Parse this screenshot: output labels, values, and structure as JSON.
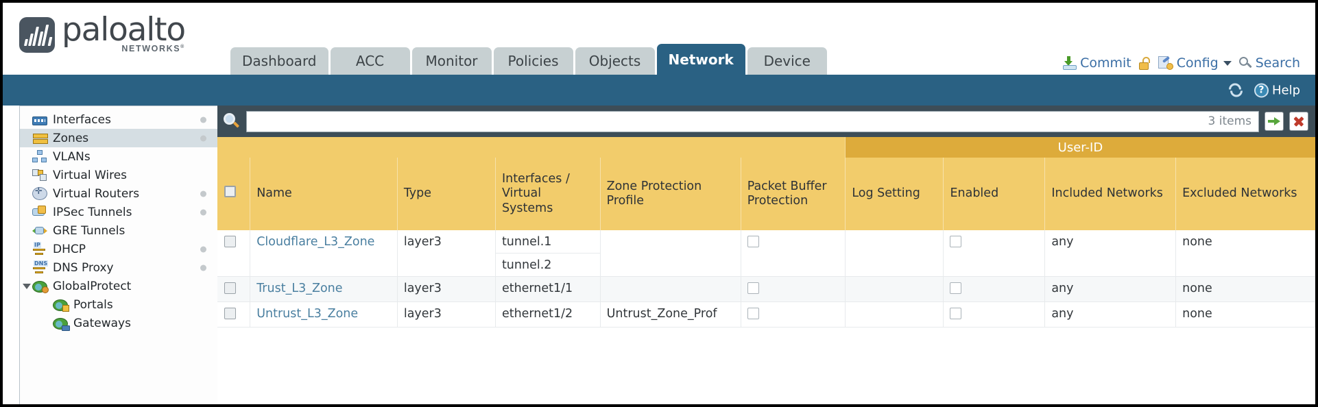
{
  "brand": {
    "name": "paloalto",
    "tagline": "NETWORKS",
    "reg": "®"
  },
  "header": {
    "tabs": [
      {
        "label": "Dashboard",
        "active": false
      },
      {
        "label": "ACC",
        "active": false
      },
      {
        "label": "Monitor",
        "active": false
      },
      {
        "label": "Policies",
        "active": false
      },
      {
        "label": "Objects",
        "active": false
      },
      {
        "label": "Network",
        "active": true
      },
      {
        "label": "Device",
        "active": false
      }
    ],
    "actions": {
      "commit": "Commit",
      "config": "Config",
      "search": "Search"
    }
  },
  "toolbar": {
    "help": "Help",
    "help_glyph": "?"
  },
  "sidebar": {
    "items": [
      {
        "label": "Interfaces",
        "icon": "interfaces-icon",
        "selected": false,
        "dot": true,
        "child": false,
        "expander": false
      },
      {
        "label": "Zones",
        "icon": "zones-icon",
        "selected": true,
        "dot": true,
        "child": false,
        "expander": false
      },
      {
        "label": "VLANs",
        "icon": "vlans-icon",
        "selected": false,
        "dot": false,
        "child": false,
        "expander": false
      },
      {
        "label": "Virtual Wires",
        "icon": "virtual-wires-icon",
        "selected": false,
        "dot": false,
        "child": false,
        "expander": false
      },
      {
        "label": "Virtual Routers",
        "icon": "virtual-routers-icon",
        "selected": false,
        "dot": true,
        "child": false,
        "expander": false
      },
      {
        "label": "IPSec Tunnels",
        "icon": "ipsec-tunnels-icon",
        "selected": false,
        "dot": true,
        "child": false,
        "expander": false
      },
      {
        "label": "GRE Tunnels",
        "icon": "gre-tunnels-icon",
        "selected": false,
        "dot": false,
        "child": false,
        "expander": false
      },
      {
        "label": "DHCP",
        "icon": "dhcp-icon",
        "selected": false,
        "dot": true,
        "child": false,
        "expander": false
      },
      {
        "label": "DNS Proxy",
        "icon": "dns-proxy-icon",
        "selected": false,
        "dot": true,
        "child": false,
        "expander": false
      },
      {
        "label": "GlobalProtect",
        "icon": "globalprotect-icon",
        "selected": false,
        "dot": false,
        "child": false,
        "expander": true
      },
      {
        "label": "Portals",
        "icon": "portals-icon",
        "selected": false,
        "dot": false,
        "child": true,
        "expander": false
      },
      {
        "label": "Gateways",
        "icon": "gateways-icon",
        "selected": false,
        "dot": false,
        "child": true,
        "expander": false
      }
    ]
  },
  "filter": {
    "value": "",
    "placeholder": "",
    "item_count": "3 items",
    "apply_label": "apply-filter",
    "clear_label": "clear-filter"
  },
  "table": {
    "group_header": "User-ID",
    "columns": [
      "Name",
      "Type",
      "Interfaces / Virtual Systems",
      "Zone Protection Profile",
      "Packet Buffer Protection",
      "Log Setting",
      "Enabled",
      "Included Networks",
      "Excluded Networks"
    ],
    "rows": [
      {
        "selected": false,
        "name": "Cloudflare_L3_Zone",
        "type": "layer3",
        "interfaces": [
          "tunnel.1",
          "tunnel.2"
        ],
        "zone_protection_profile": "",
        "packet_buffer_protection": false,
        "log_setting": "",
        "userid_enabled": false,
        "included_networks": "any",
        "excluded_networks": "none"
      },
      {
        "selected": false,
        "name": "Trust_L3_Zone",
        "type": "layer3",
        "interfaces": [
          "ethernet1/1"
        ],
        "zone_protection_profile": "",
        "packet_buffer_protection": false,
        "log_setting": "",
        "userid_enabled": false,
        "included_networks": "any",
        "excluded_networks": "none"
      },
      {
        "selected": false,
        "name": "Untrust_L3_Zone",
        "type": "layer3",
        "interfaces": [
          "ethernet1/2"
        ],
        "zone_protection_profile": "Untrust_Zone_Prof",
        "packet_buffer_protection": false,
        "log_setting": "",
        "userid_enabled": false,
        "included_networks": "any",
        "excluded_networks": "none"
      }
    ]
  },
  "colors": {
    "brand_dark": "#41474d",
    "header_blue": "#2a6183",
    "table_header": "#f2cc6b",
    "group_header": "#ddab3b",
    "panel_dark": "#3d4d57",
    "link": "#4a7fa0"
  }
}
